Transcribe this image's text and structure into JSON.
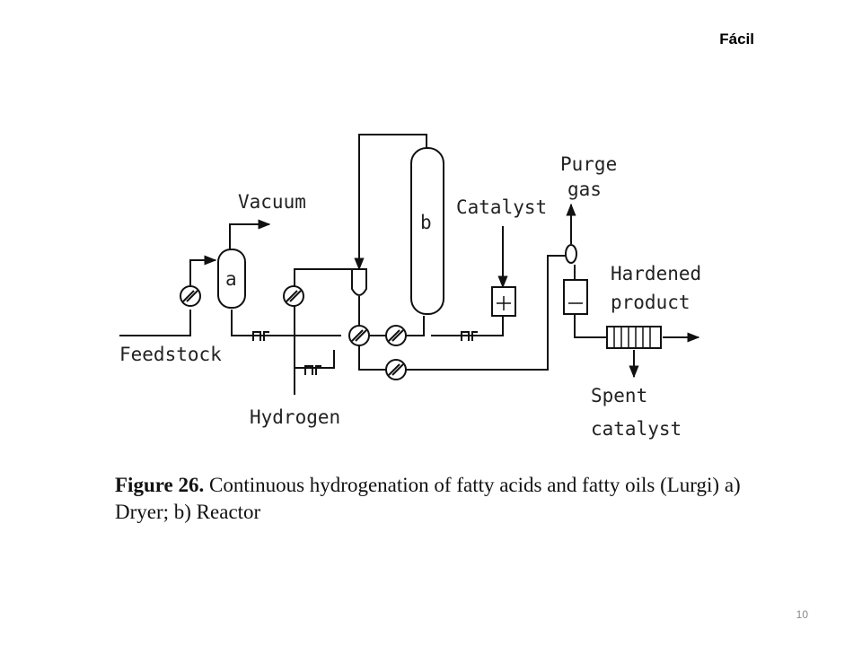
{
  "header": {
    "tag": "Fácil"
  },
  "figure": {
    "labels": {
      "vacuum": "Vacuum",
      "catalyst": "Catalyst",
      "purge_line1": "Purge",
      "purge_line2": "gas",
      "hardened_line1": "Hardened",
      "hardened_line2": "product",
      "feedstock": "Feedstock",
      "hydrogen": "Hydrogen",
      "spent_line1": "Spent",
      "spent_line2": "catalyst",
      "dryer_letter": "a",
      "reactor_letter": "b"
    },
    "caption": {
      "number": "Figure 26.",
      "text": "Continuous hydrogenation of fatty acids and fatty oils (Lurgi) a) Dryer; b) Reactor"
    }
  },
  "footer": {
    "page_number": "10"
  }
}
